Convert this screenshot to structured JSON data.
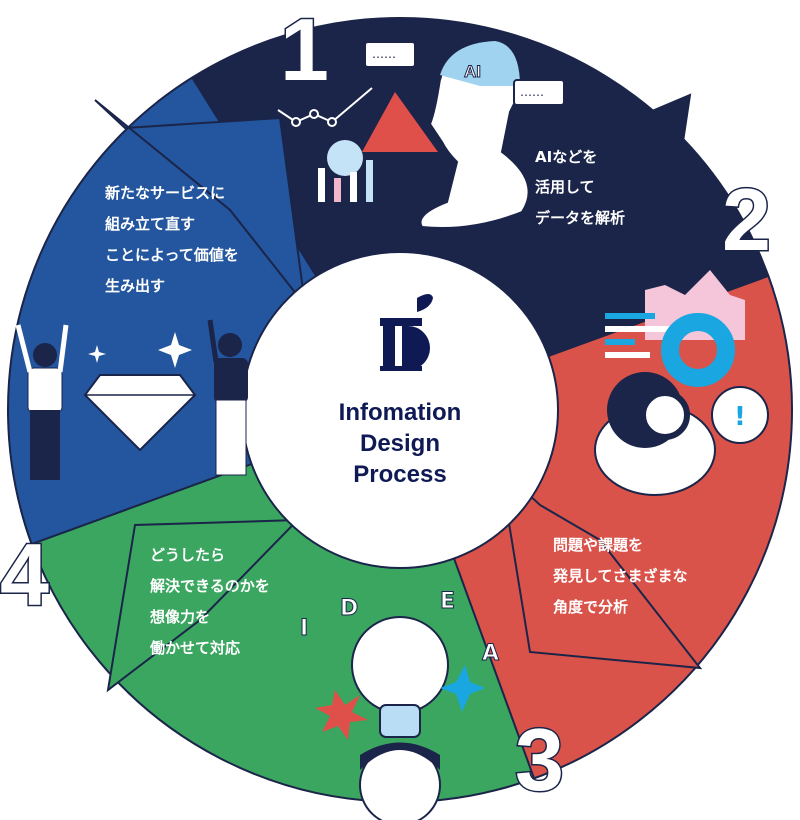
{
  "center": {
    "title_lines": [
      "Infomation",
      "Design",
      "Process"
    ]
  },
  "steps": [
    {
      "number": "1",
      "color": "#1b2449",
      "lines": [
        "AIなどを",
        "活用して",
        "データを解析"
      ],
      "illustration_label": "AI"
    },
    {
      "number": "2",
      "color": "#d9534a",
      "lines": [
        "問題や課題を",
        "発見してさまざまな",
        "角度で分析"
      ],
      "illustration_label": "!"
    },
    {
      "number": "3",
      "color": "#3aa660",
      "lines": [
        "どうしたら",
        "解決できるのかを",
        "想像力を",
        "働かせて対応"
      ],
      "illustration_letters": [
        "I",
        "D",
        "E",
        "A"
      ]
    },
    {
      "number": "4",
      "color": "#23569e",
      "lines": [
        "新たなサービスに",
        "組み立て直す",
        "ことによって価値を",
        "生み出す"
      ]
    }
  ],
  "colors": {
    "navy_text": "#0f1a55",
    "outline": "#1b2449"
  }
}
